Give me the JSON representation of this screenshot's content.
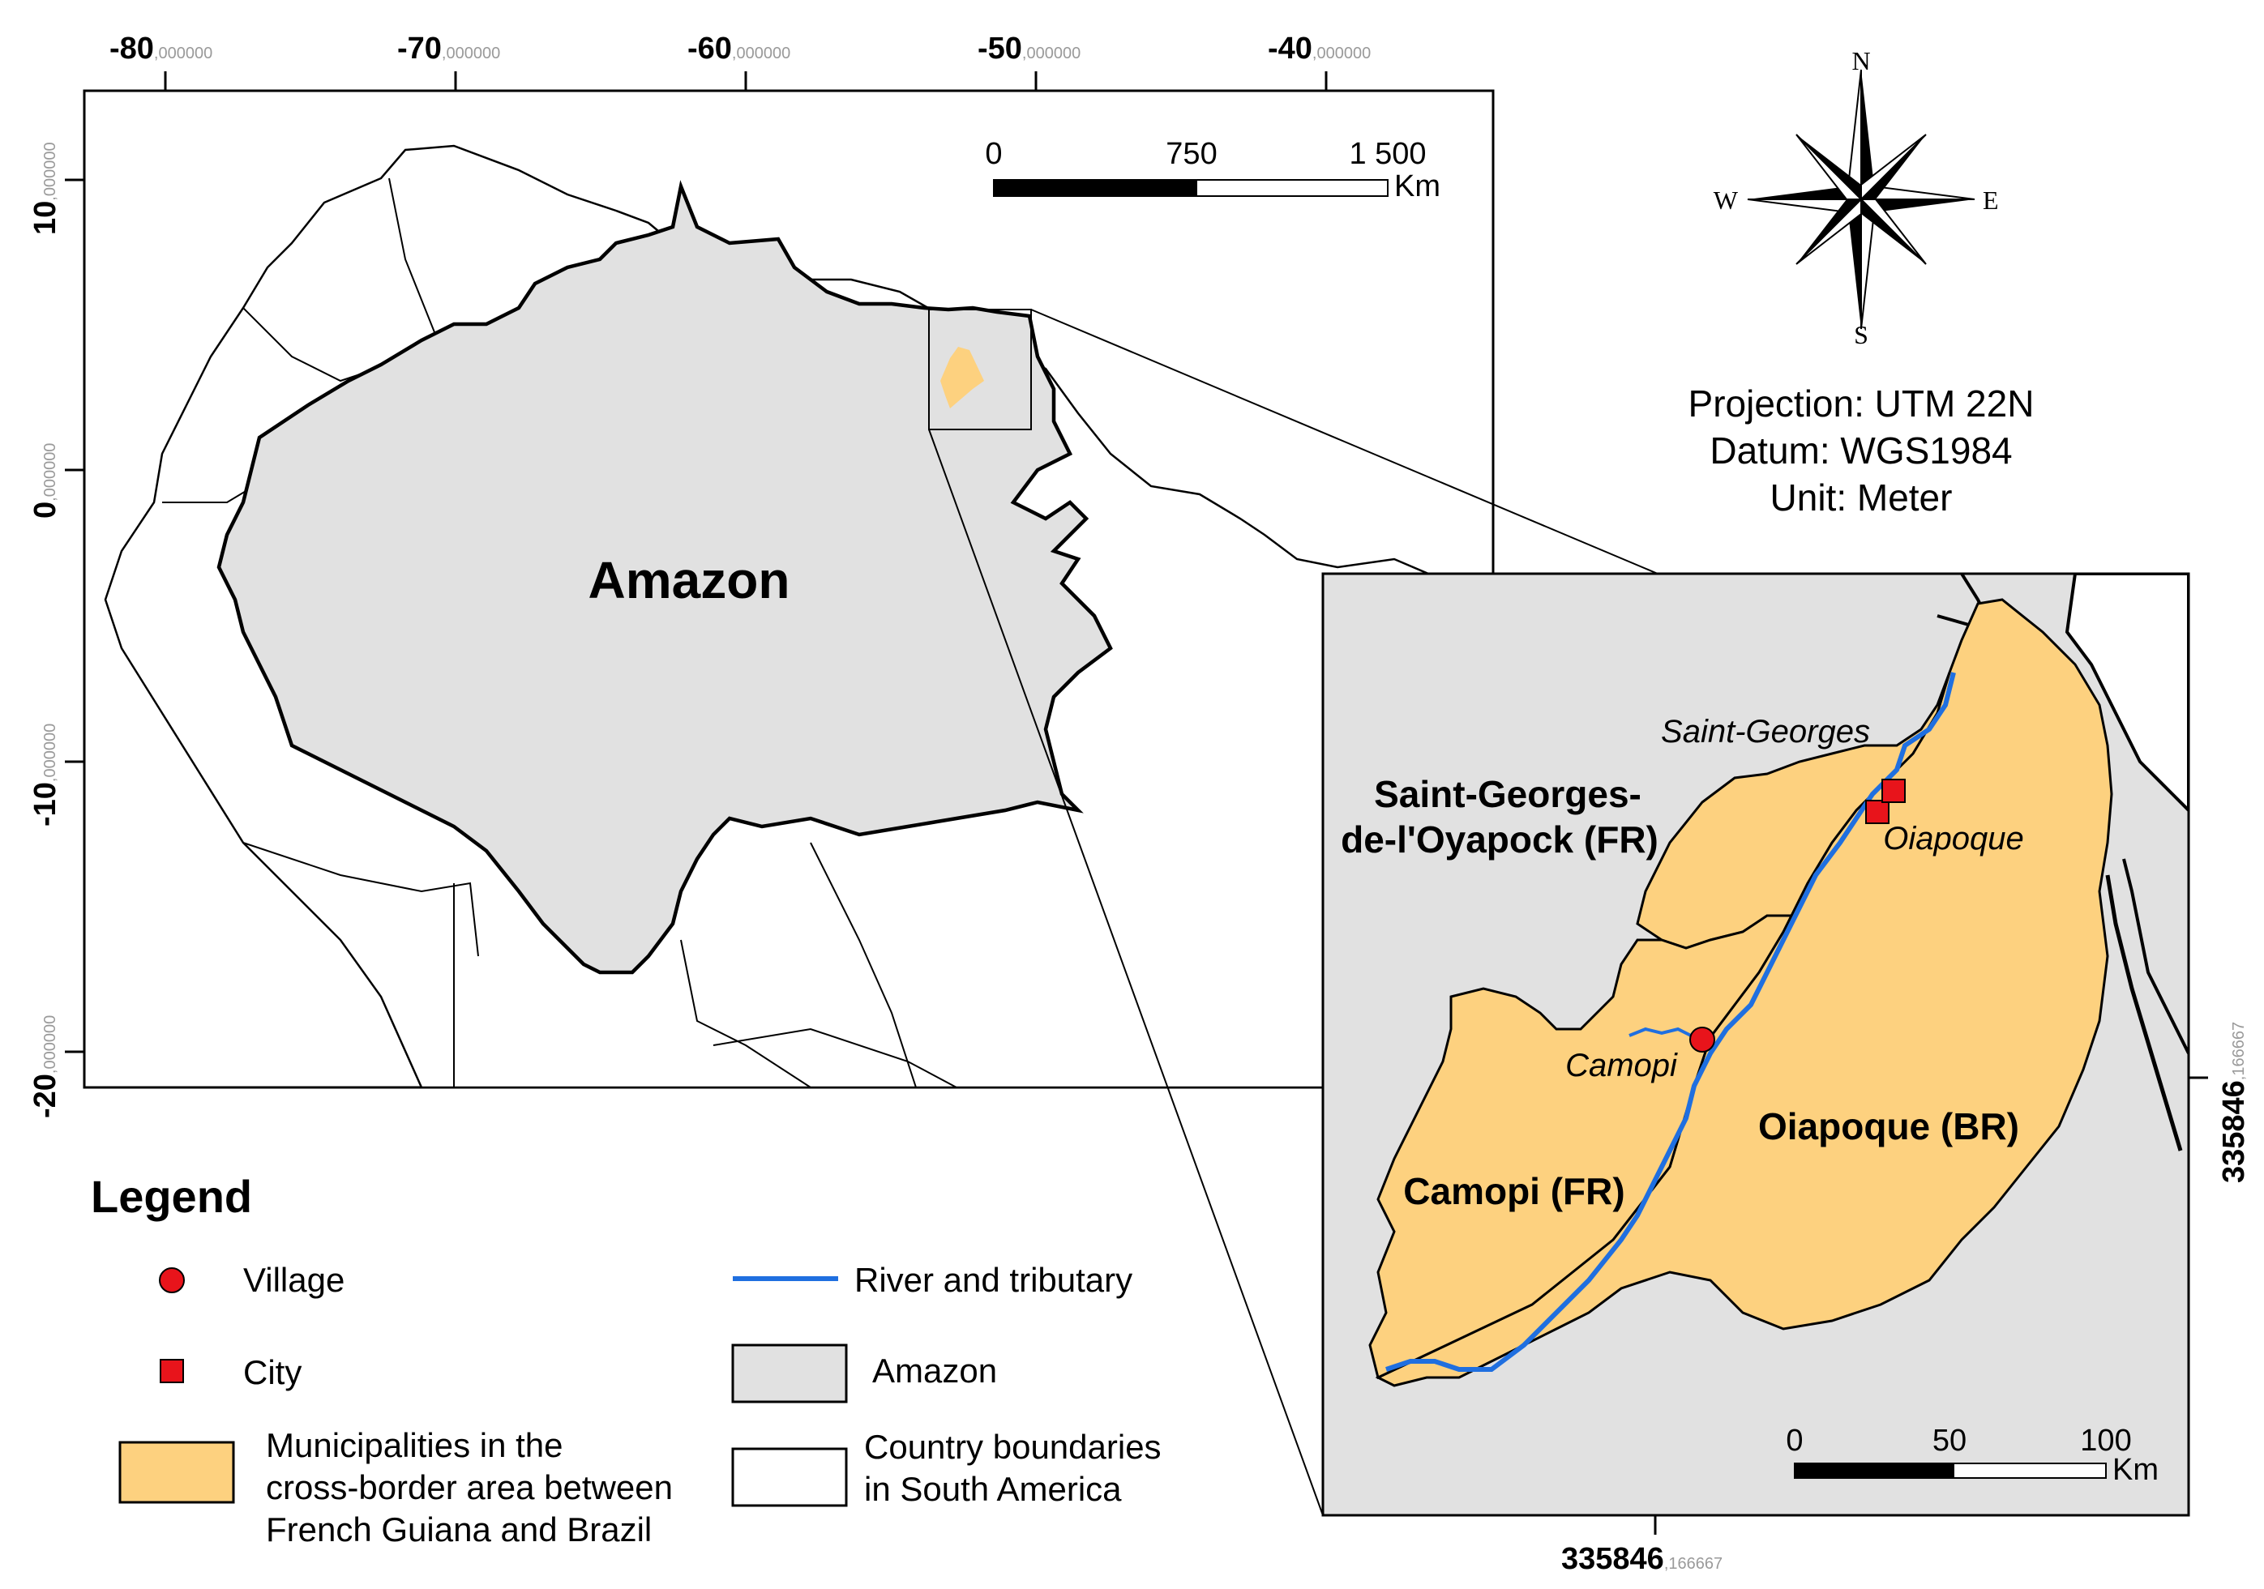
{
  "main_map": {
    "title_label": "Amazon",
    "x_ticks": [
      {
        "major": "-80",
        "minor": ",000000"
      },
      {
        "major": "-70",
        "minor": ",000000"
      },
      {
        "major": "-60",
        "minor": ",000000"
      },
      {
        "major": "-50",
        "minor": ",000000"
      },
      {
        "major": "-40",
        "minor": ",000000"
      }
    ],
    "y_ticks": [
      {
        "major": "10",
        "minor": ",000000"
      },
      {
        "major": "0",
        "minor": ",000000"
      },
      {
        "major": "-10",
        "minor": ",000000"
      },
      {
        "major": "-20",
        "minor": ",000000"
      }
    ],
    "scale_bar": {
      "labels": [
        "0",
        "750",
        "1 500"
      ],
      "unit": "Km"
    }
  },
  "compass": {
    "n": "N",
    "s": "S",
    "e": "E",
    "w": "W"
  },
  "info": {
    "projection": "Projection: UTM 22N",
    "datum": "Datum: WGS1984",
    "unit": "Unit: Meter"
  },
  "inset_map": {
    "labels": {
      "saint_georges_town": "Saint-Georges",
      "saint_georges_muni_1": "Saint-Georges-",
      "saint_georges_muni_2": "de-l'Oyapock (FR)",
      "oiapoque_town": "Oiapoque",
      "camopi_village": "Camopi",
      "oiapoque_muni": "Oiapoque (BR)",
      "camopi_muni": "Camopi (FR)"
    },
    "x_tick": {
      "major": "335846",
      "minor": ",166667"
    },
    "y_tick": {
      "major": "335846",
      "minor": ",166667"
    },
    "scale_bar": {
      "labels": [
        "0",
        "50",
        "100"
      ],
      "unit": "Km"
    }
  },
  "legend": {
    "title": "Legend",
    "items": [
      {
        "label": "Village",
        "color": "#e8141b"
      },
      {
        "label": "City",
        "color": "#e8141b"
      },
      {
        "label_lines": [
          "Municipalities in the",
          "cross-border area between",
          "French Guiana and Brazil"
        ],
        "color": "#fdd17f"
      },
      {
        "label": "River and tributary",
        "color": "#1f6fe0"
      },
      {
        "label": "Amazon",
        "color": "#e1e1e1"
      },
      {
        "label_lines": [
          "Country boundaries",
          "in South America"
        ],
        "color": "#ffffff"
      }
    ]
  }
}
